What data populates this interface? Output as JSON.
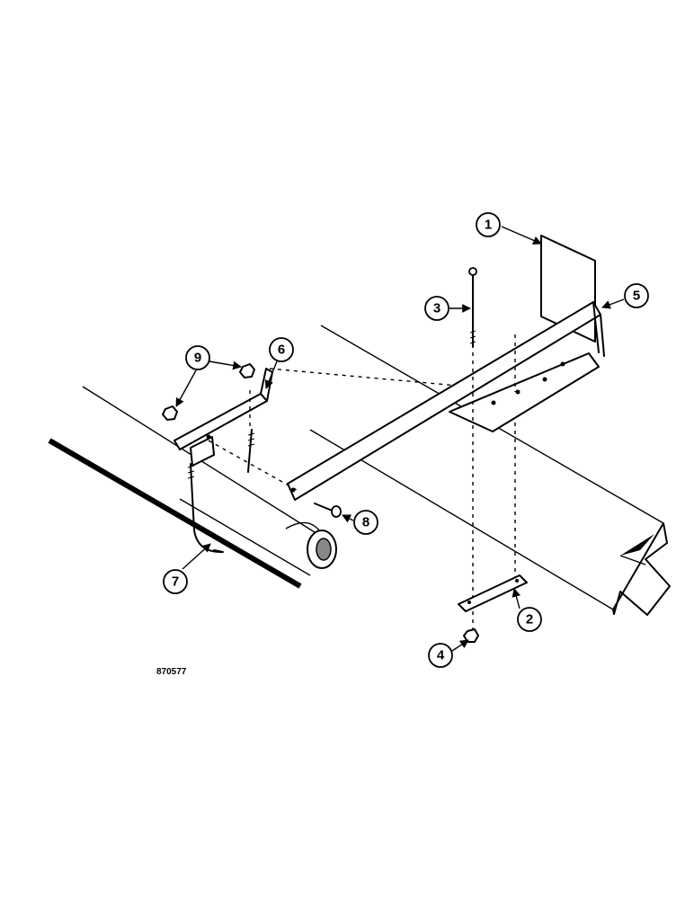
{
  "figure": {
    "id_label": "870577",
    "callouts": [
      {
        "number": "1"
      },
      {
        "number": "2"
      },
      {
        "number": "3"
      },
      {
        "number": "4"
      },
      {
        "number": "5"
      },
      {
        "number": "6"
      },
      {
        "number": "7"
      },
      {
        "number": "8"
      },
      {
        "number": "9"
      }
    ]
  }
}
